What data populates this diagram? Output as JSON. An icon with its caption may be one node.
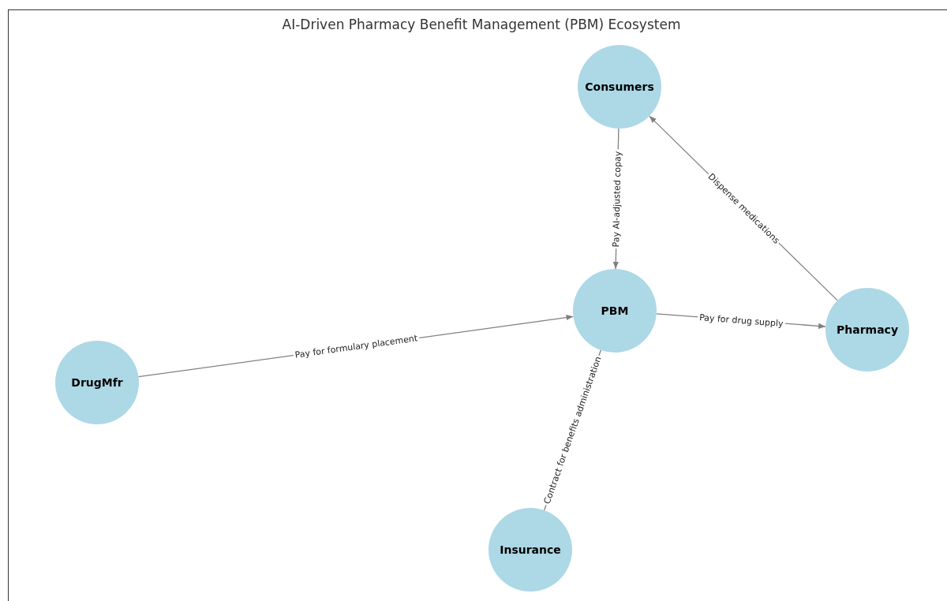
{
  "diagram": {
    "title": "AI-Driven Pharmacy Benefit Management (PBM) Ecosystem",
    "nodes": [
      {
        "text": [
          "Consumers"
        ]
      },
      {
        "text": [
          "PBM"
        ]
      },
      {
        "text": [
          "Pharmacy"
        ]
      },
      {
        "text": [
          "DrugMfr"
        ]
      },
      {
        "text": [
          "Insurance"
        ]
      }
    ],
    "edges": [
      {
        "from": 0,
        "to": 1,
        "arrow": "to",
        "label": "Pay AI-adjusted copay"
      },
      {
        "from": 2,
        "to": 0,
        "arrow": "to",
        "label": "Dispense medications"
      },
      {
        "from": 1,
        "to": 2,
        "arrow": "to",
        "label": "Pay for drug supply"
      },
      {
        "from": 3,
        "to": 1,
        "arrow": "to",
        "label": "Pay for formulary placement"
      },
      {
        "from": 4,
        "to": 1,
        "arrow": "none",
        "label": "Contract for benefits administration"
      }
    ]
  }
}
